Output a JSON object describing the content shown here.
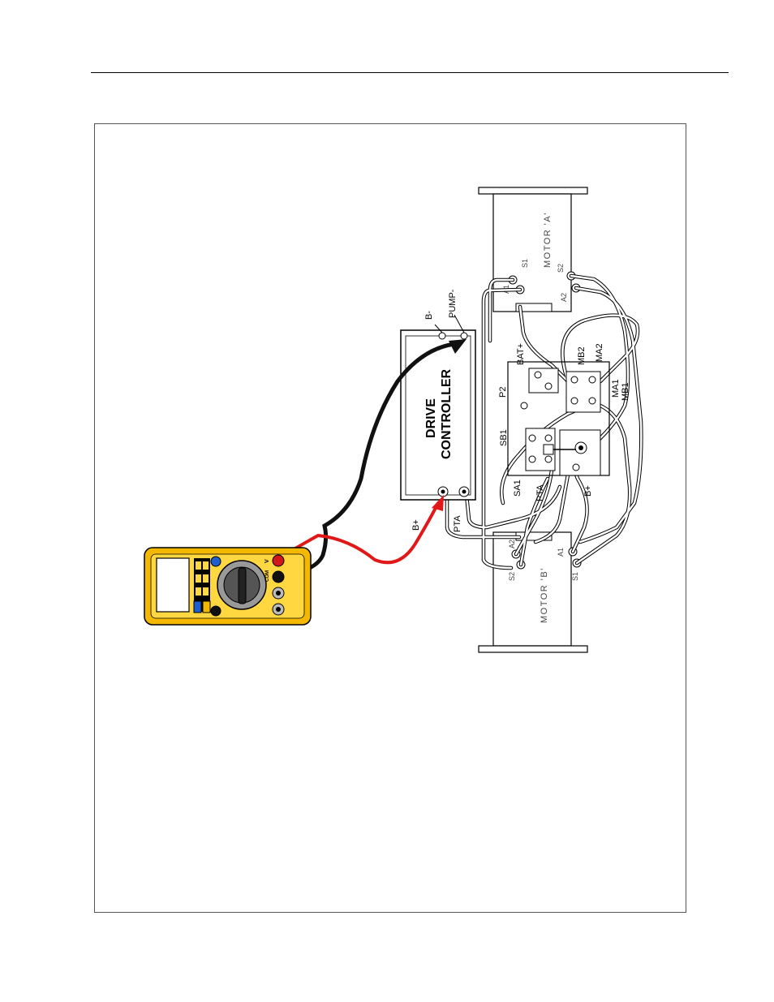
{
  "controller": {
    "line1": "DRIVE",
    "line2": "CONTROLLER"
  },
  "controller_terminals": {
    "b_minus": "B-",
    "pump_minus": "PUMP-",
    "b_plus": "B+",
    "pta": "PTA"
  },
  "motor_a": {
    "title": "MOTOR 'A'",
    "a1": "A1",
    "a2": "A2",
    "s1": "S1",
    "s2": "S2"
  },
  "motor_b": {
    "title": "MOTOR 'B'",
    "a1": "A1",
    "a2": "A2",
    "s1": "S1",
    "s2": "S2"
  },
  "contactor_labels": {
    "bat_plus": "BAT+",
    "p2": "P2",
    "sb1": "SB1",
    "sa1": "SA1",
    "pta": "PTA",
    "b_plus": "B+",
    "mb2": "MB2",
    "ma2": "MA2",
    "ma1": "MA1",
    "mb1": "MB1"
  },
  "meter": {
    "v_label": "V",
    "com_label": "COM"
  },
  "colors": {
    "red_lead": "#e01818",
    "black_lead": "#111111",
    "meter_body": "#f5b800"
  }
}
